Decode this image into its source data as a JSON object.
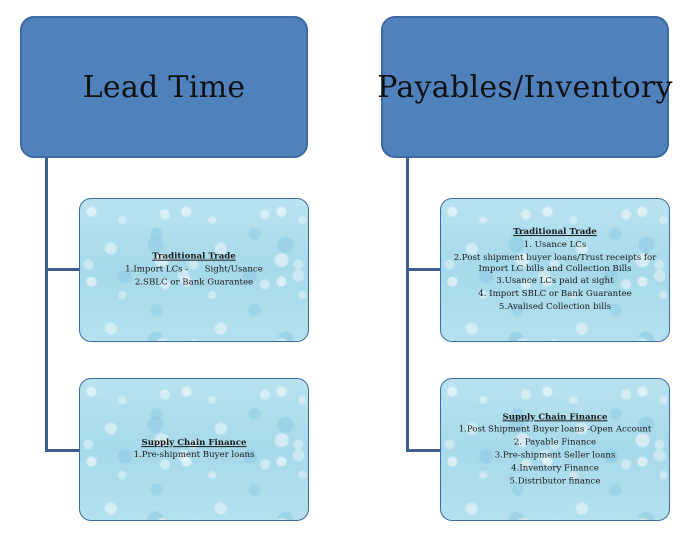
{
  "columns": [
    {
      "header": "Lead Time",
      "cards": [
        {
          "title": "Traditional Trade",
          "lines": [
            "1.Import LCs -      Sight/Usance",
            "2.SBLC or Bank Guarantee"
          ]
        },
        {
          "title": "Supply Chain Finance",
          "lines": [
            "1.Pre-shipment Buyer loans"
          ]
        }
      ]
    },
    {
      "header": "Payables/Inventory",
      "cards": [
        {
          "title": "Traditional Trade",
          "lines": [
            "1. Usance LCs",
            "2.Post shipment buyer loans/Trust receipts for Import LC bills and Collection Bills",
            "3.Usance LCs paid at sight",
            "4. Import SBLC or Bank Guarantee",
            "5.Avalised Collection bills"
          ]
        },
        {
          "title": "Supply Chain Finance",
          "lines": [
            "1.Post Shipment Buyer loans -Open Account",
            "2. Payable Finance",
            "3.Pre-shipment Seller loans",
            "4.Inventory Finance",
            "5.Distributor finance"
          ]
        }
      ]
    }
  ],
  "colors": {
    "header_fill": "#4f81bd",
    "header_border": "#3d6aa2",
    "connector": "#3f5f8f",
    "card_fill": "#aedcec"
  }
}
